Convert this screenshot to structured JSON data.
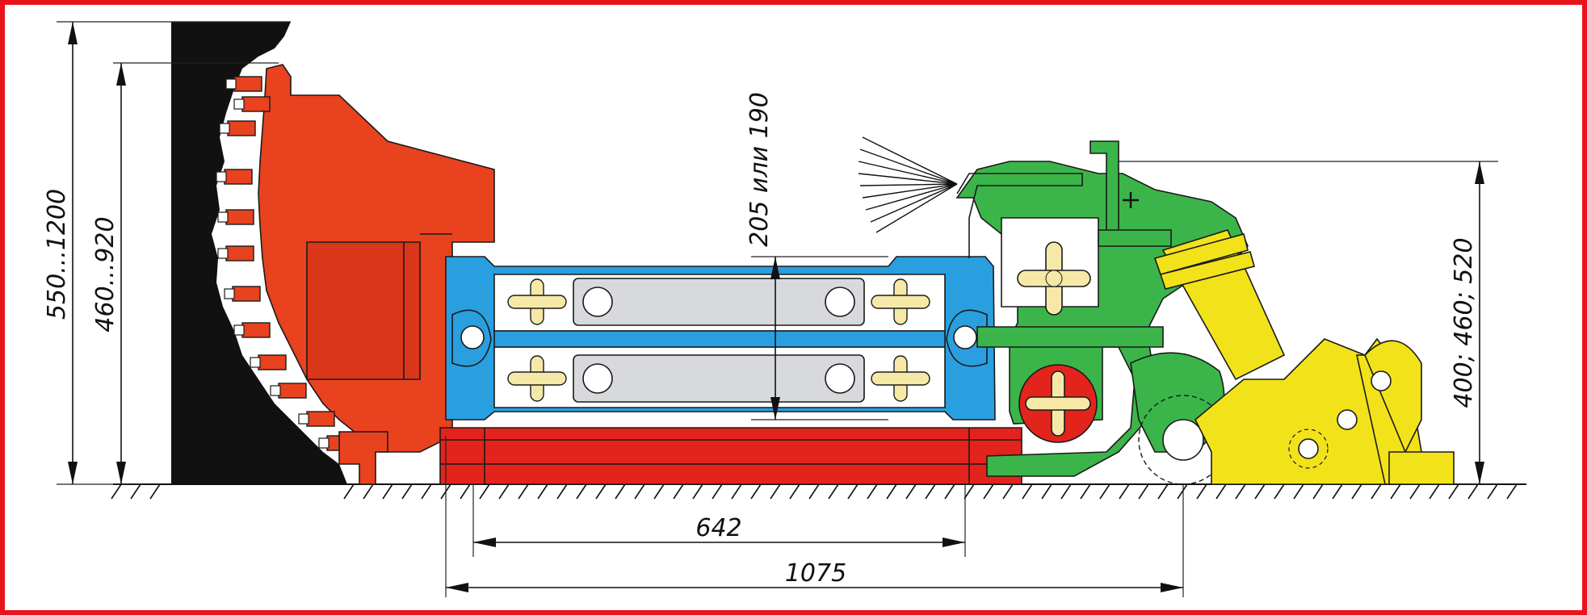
{
  "dimensions": {
    "total_height": "550...1200",
    "cutting_height": "460...920",
    "chain_height": "205 или 190",
    "drive_height": "400; 460; 520",
    "conveyor_width": "642",
    "overall_width": "1075"
  },
  "colors": {
    "frame": "#e8141b",
    "cutter_head": "#e8421f",
    "conveyor_frame": "#2a9fe0",
    "chain": "#d7d9dc",
    "support": "#3bb54a",
    "hydraulic": "#f2e21a",
    "base_plate": "#e3241c",
    "coal_face": "#111111"
  }
}
